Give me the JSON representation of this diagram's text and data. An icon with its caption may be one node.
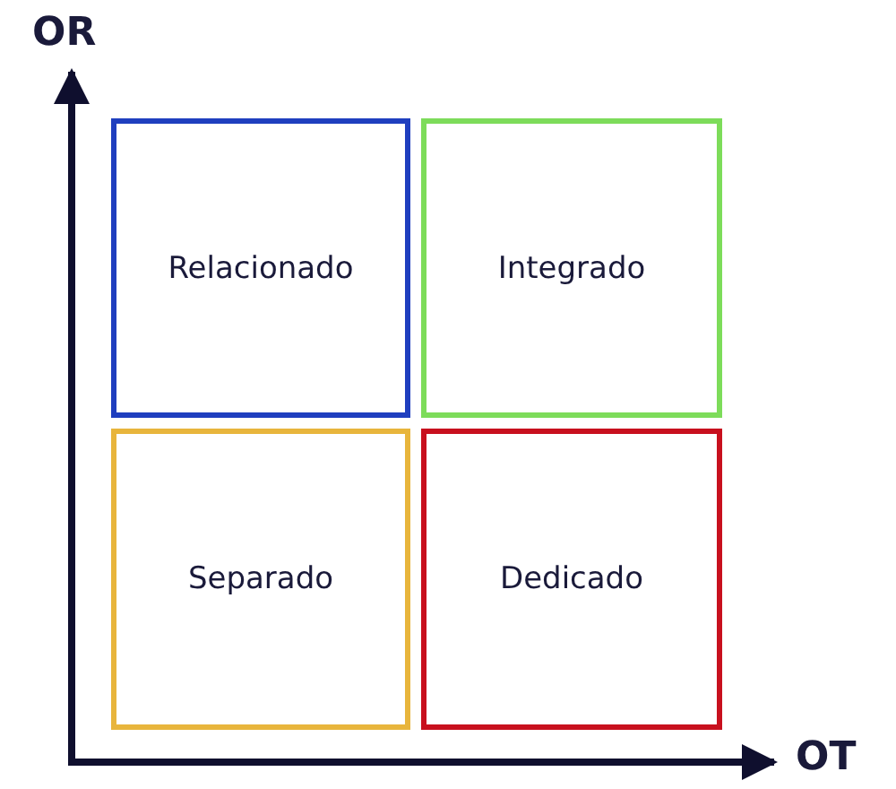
{
  "diagram": {
    "nodes": [
      {
        "text": [
          "Relacionado"
        ]
      },
      {
        "text": [
          "Integrado"
        ]
      },
      {
        "text": [
          "Separado"
        ]
      },
      {
        "text": [
          "Dedicado"
        ]
      }
    ],
    "labels": [
      "OR",
      "OT"
    ]
  }
}
